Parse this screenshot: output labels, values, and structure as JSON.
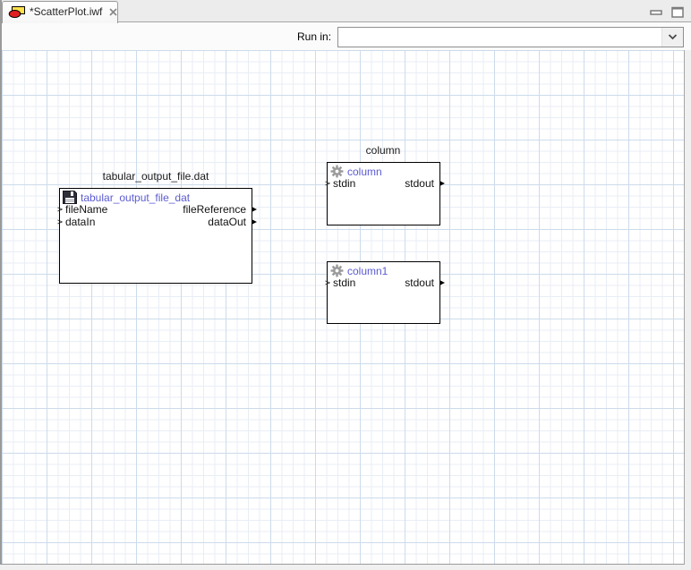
{
  "tab": {
    "title": "*ScatterPlot.iwf",
    "icon": "workflow-file-icon",
    "close_icon": "close-x"
  },
  "window_buttons": {
    "minimize": "minimize-icon",
    "maximize": "maximize-icon"
  },
  "toolbar": {
    "run_in_label": "Run in:",
    "run_in_value": "",
    "dropdown_icon": "chevron-down-icon"
  },
  "canvas": {
    "nodes": [
      {
        "id": "tabular_output_file",
        "label": "tabular_output_file.dat",
        "title": "tabular_output_file_dat",
        "icon": "floppy-disk-icon",
        "inputs": [
          "fileName",
          "dataIn"
        ],
        "outputs": [
          "fileReference",
          "dataOut"
        ]
      },
      {
        "id": "column",
        "label": "column",
        "title": "column",
        "icon": "gear-icon",
        "inputs": [
          "stdin"
        ],
        "outputs": [
          "stdout"
        ]
      },
      {
        "id": "column1",
        "label": "",
        "title": "column1",
        "icon": "gear-icon",
        "inputs": [
          "stdin"
        ],
        "outputs": [
          "stdout"
        ]
      }
    ]
  },
  "colors": {
    "node_title_blue": "#5b5bd3",
    "grid_minor": "#e8eef6",
    "grid_major": "#ccdbeb",
    "tab_icon_yellow": "#ffe14d",
    "tab_icon_red": "#e02020",
    "chrome_border": "#9a9a9a"
  }
}
